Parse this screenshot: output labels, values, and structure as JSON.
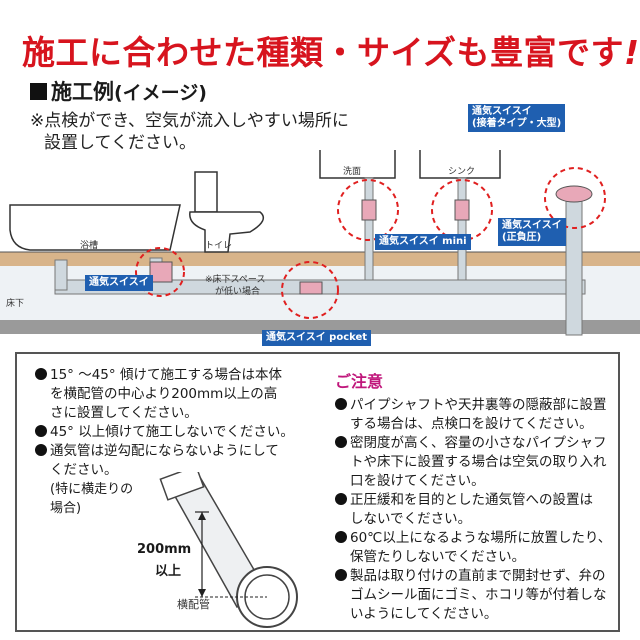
{
  "headline": {
    "text": "施工に合わせた種類・サイズも豊富です",
    "exclaim": "!"
  },
  "section": {
    "title": "施工例",
    "subtitle": "(イメージ)"
  },
  "note": {
    "line1": "※点検ができ、空気が流入しやすい場所に",
    "line2": "設置してください。"
  },
  "diagram": {
    "bathtub": "浴槽",
    "toilet": "トイレ",
    "washbasin": "洗面",
    "sink": "シンク",
    "floor": "床下",
    "low_space_line1": "※床下スペース",
    "low_space_line2": "が低い場合",
    "tag_main": "通気スイスイ",
    "tag_mini": "通気スイスイ mini",
    "tag_pocket": "通気スイスイ pocket",
    "tag_large_line1": "通気スイスイ",
    "tag_large_line2": "(接着タイプ・大型)",
    "tag_positive_line1": "通気スイスイ",
    "tag_positive_line2": "(正負圧)"
  },
  "instructions": {
    "item1_line1": "15° ～45° 傾けて施工する場合は本体",
    "item1_line2": "を横配管の中心より200mm以上の高",
    "item1_line3": "さに設置してください。",
    "item2": "45° 以上傾けて施工しないでください。",
    "item3_line1": "通気管は逆勾配にならないようにして",
    "item3_line2": "ください。",
    "paren_line1": "(特に横走りの",
    "paren_line2": "場合)",
    "dim_value": "200mm",
    "dim_label": "以上",
    "pipe_label": "横配管"
  },
  "caution": {
    "title": "ご注意",
    "c1_line1": "パイプシャフトや天井裏等の隠蔽部に設置",
    "c1_line2": "する場合は、点検口を設けてください。",
    "c2_line1": "密閉度が高く、容量の小さなパイプシャフ",
    "c2_line2": "トや床下に設置する場合は空気の取り入れ",
    "c2_line3": "口を設けてください。",
    "c3_line1": "正圧緩和を目的とした通気管への設置は",
    "c3_line2": "しないでください。",
    "c4_line1": "60℃以上になるような場所に放置したり、",
    "c4_line2": "保管たりしないでください。",
    "c5_line1": "製品は取り付けの直前まで開封せず、弁の",
    "c5_line2": "ゴムシール面にゴミ、ホコリ等が付着しな",
    "c5_line3": "いようにしてください。"
  },
  "colors": {
    "headline": "#d7141e",
    "tag": "#1f5fb0",
    "caution": "#c0187c",
    "dash_circle": "#e02020"
  }
}
